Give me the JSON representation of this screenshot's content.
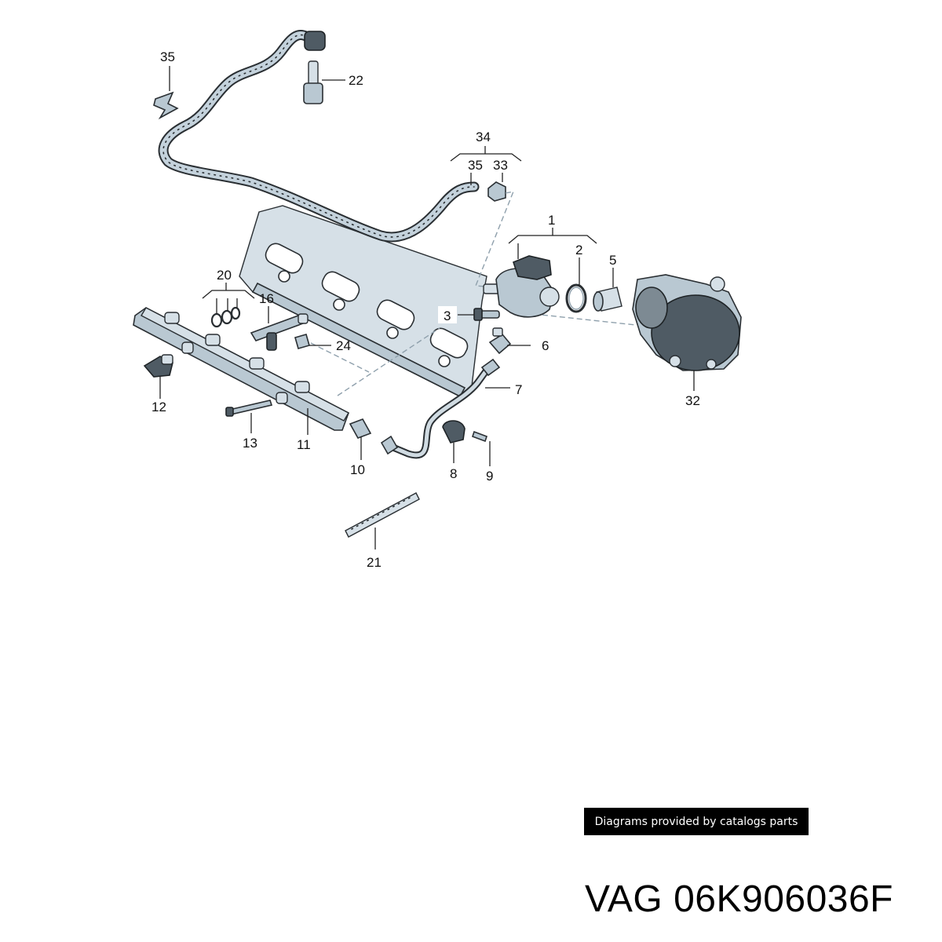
{
  "diagram": {
    "callouts": {
      "c35a": "35",
      "c22": "22",
      "c34": "34",
      "c35b": "35",
      "c33": "33",
      "c1": "1",
      "c2": "2",
      "c5": "5",
      "c20": "20",
      "c16": "16",
      "c3": "3",
      "c24": "24",
      "c6": "6",
      "c12": "12",
      "c7": "7",
      "c32": "32",
      "c13": "13",
      "c11": "11",
      "c10": "10",
      "c8": "8",
      "c9": "9",
      "c21": "21"
    }
  },
  "footer": {
    "credit": "Diagrams provided by catalogs parts",
    "part_number": "VAG 06K906036F"
  }
}
